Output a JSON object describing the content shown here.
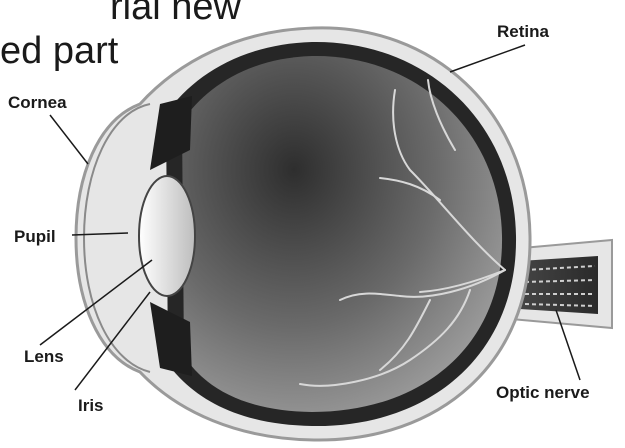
{
  "background_text": [
    "rial new",
    "ed part"
  ],
  "labels": {
    "retina": "Retina",
    "cornea": "Cornea",
    "pupil": "Pupil",
    "lens": "Lens",
    "iris": "Iris",
    "optic_nerve": "Optic nerve"
  },
  "colors": {
    "background": "#ffffff",
    "eye_outer": "#e6e6e6",
    "eye_dark": "#2b2b2b",
    "lens_fill": "#ffffff",
    "vessel": "#dcdcdc",
    "text": "#1a1a1a"
  }
}
